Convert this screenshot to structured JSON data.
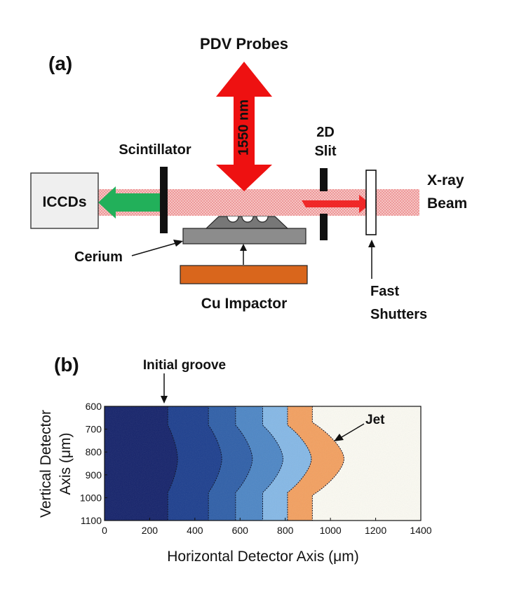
{
  "panel_a": {
    "panel_label": "(a)",
    "pdv_probes": "PDV Probes",
    "wavelength": "1550 nm",
    "scintillator": "Scintillator",
    "slit_line1": "2D",
    "slit_line2": "Slit",
    "iccds": "ICCDs",
    "xray_line1": "X-ray",
    "xray_line2": "Beam",
    "cerium": "Cerium",
    "cu_impactor": "Cu Impactor",
    "shutters_line1": "Fast",
    "shutters_line2": "Shutters",
    "colors": {
      "green_arrow": "#22b05a",
      "red_arrow": "#ee1111",
      "beam": "#f2a0a0",
      "cerium": "#8c8c8c",
      "impactor": "#d9661c",
      "iccd_box": "#efefef"
    }
  },
  "panel_b": {
    "panel_label": "(b)",
    "annot_groove": "Initial groove",
    "annot_jet": "Jet",
    "xlabel": "Horizontal Detector Axis (μm)",
    "ylabel_line1": "Vertical Detector",
    "ylabel_line2": "Axis (μm)",
    "x_ticks": [
      "0",
      "200",
      "400",
      "600",
      "800",
      "1000",
      "1200",
      "1400"
    ],
    "y_ticks": [
      "600",
      "700",
      "800",
      "900",
      "1000",
      "1100"
    ]
  },
  "chart_data": {
    "type": "heatmap",
    "xlim": [
      0,
      1400
    ],
    "ylim": [
      600,
      1100
    ],
    "y_inverted": true,
    "front_positions_x_um": [
      280,
      460,
      580,
      700,
      810,
      920
    ],
    "front_bulge_peak_y_um": 830,
    "jet_tip_x_um": 1060,
    "region_colors": [
      "#15236b",
      "#1d3f8e",
      "#2f5fa8",
      "#4d86c5",
      "#85b8e6",
      "#f3a060",
      "#fbfaf2"
    ]
  }
}
